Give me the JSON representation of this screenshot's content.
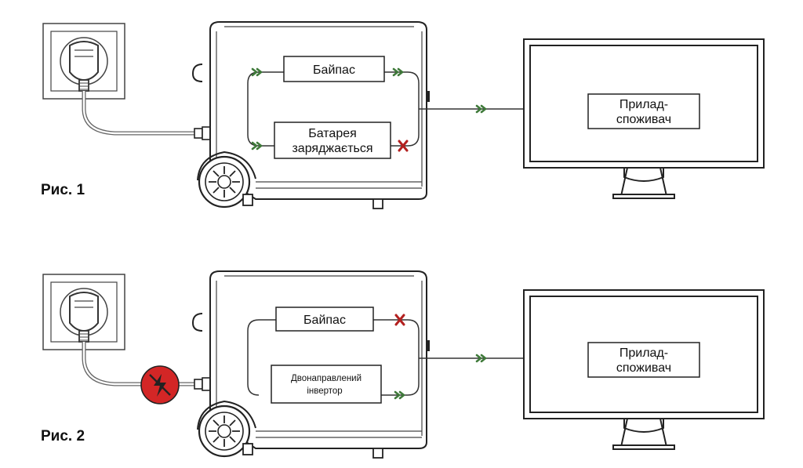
{
  "figures": [
    {
      "label": "Рис. 1",
      "bypass_box": "Байпас",
      "lower_box": [
        "Батарея",
        "заряджається"
      ],
      "device_box": [
        "Прилад-",
        "споживач"
      ]
    },
    {
      "label": "Рис. 2",
      "bypass_box": "Байпас",
      "lower_box": [
        "Двонаправлений",
        "інвертор"
      ],
      "device_box": [
        "Прилад-",
        "споживач"
      ]
    }
  ],
  "colors": {
    "arrow_green": "#3f7a3a",
    "blocked_red": "#b3201f",
    "outline": "#222222",
    "power_off_badge": "#d32626"
  },
  "icons": {
    "arrow": "double-chevron-icon",
    "blocked": "x-mark-icon",
    "no_power": "power-off-icon"
  }
}
